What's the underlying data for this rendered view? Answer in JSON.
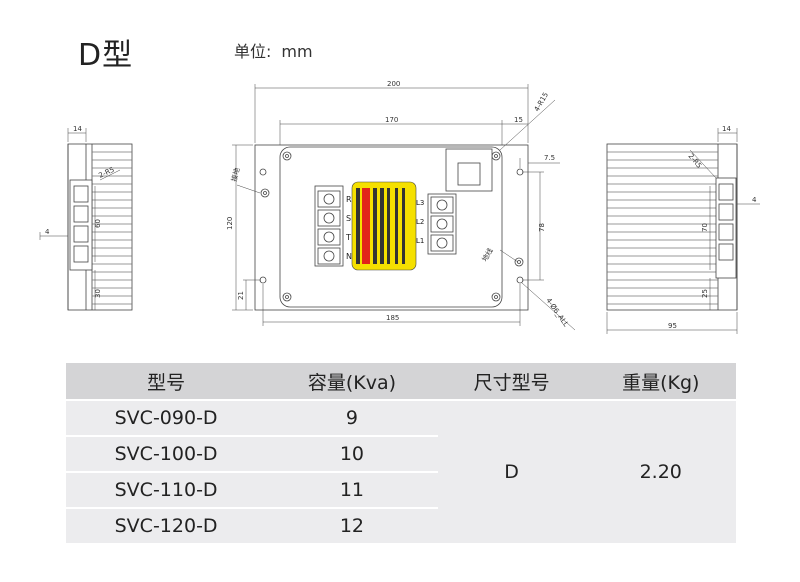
{
  "header": {
    "title": "D型",
    "unit_label": "单位:",
    "unit_value": "mm"
  },
  "drawing": {
    "dims": {
      "overall_width": "200",
      "inner_width": "170",
      "edge_15": "15",
      "corner_r": "4-R15",
      "offset_7_5": "7.5",
      "height_120": "120",
      "span_78": "78",
      "offset_21": "21",
      "bottom_185": "185",
      "holes": "4-Ø6_ALL",
      "left_14": "14",
      "left_r5": "2-R5",
      "left_4": "4",
      "left_60": "60",
      "left_30": "30",
      "right_14": "14",
      "right_r5": "2-R5",
      "right_4": "4",
      "right_70": "70",
      "right_25": "25",
      "right_95": "95"
    },
    "ground_label_1": "接地",
    "ground_label_2": "地线",
    "terminal_labels": [
      "R",
      "S",
      "T",
      "N"
    ],
    "output_labels": [
      "L3",
      "L2",
      "L1"
    ]
  },
  "table": {
    "headers": [
      "型号",
      "容量(Kva)",
      "尺寸型号",
      "重量(Kg)"
    ],
    "rows": [
      {
        "model": "SVC-090-D",
        "capacity": "9"
      },
      {
        "model": "SVC-100-D",
        "capacity": "10"
      },
      {
        "model": "SVC-110-D",
        "capacity": "11"
      },
      {
        "model": "SVC-120-D",
        "capacity": "12"
      }
    ],
    "size_model": "D",
    "weight": "2.20"
  },
  "colors": {
    "header_bg": "#d4d4d6",
    "cell_bg": "#ececee",
    "label_yellow": "#f5e000",
    "label_red": "#e2231a"
  }
}
